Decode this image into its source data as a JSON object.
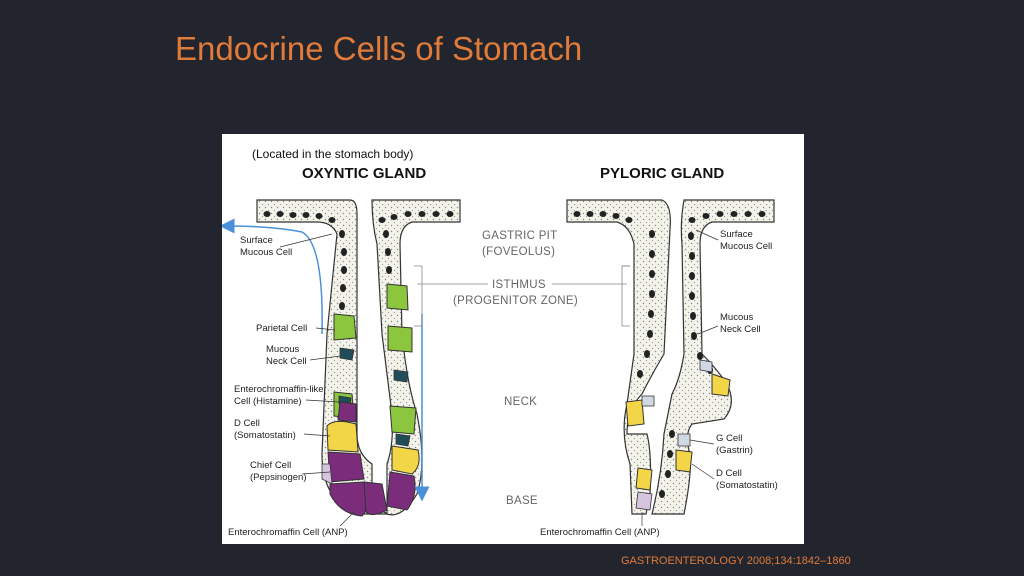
{
  "slide": {
    "title": "Endocrine Cells of Stomach",
    "citation": "GASTROENTEROLOGY 2008;134:1842–1860"
  },
  "figure": {
    "note": "(Located in the stomach body)",
    "oxyntic_title": "OXYNTIC GLAND",
    "pyloric_title": "PYLORIC GLAND",
    "center": {
      "gastric_pit_1": "GASTRIC PIT",
      "gastric_pit_2": "(FOVEOLUS)",
      "isthmus_1": "ISTHMUS",
      "isthmus_2": "(PROGENITOR ZONE)",
      "neck": "NECK",
      "base": "BASE"
    },
    "oxyntic_labels": {
      "surface_1": "Surface",
      "surface_2": "Mucous Cell",
      "parietal": "Parietal Cell",
      "mucous_neck_1": "Mucous",
      "mucous_neck_2": "Neck Cell",
      "ecl_1": "Enterochromaffin-like",
      "ecl_2": "Cell (Histamine)",
      "dcell_1": "D Cell",
      "dcell_2": "(Somatostatin)",
      "chief_1": "Chief Cell",
      "chief_2": "(Pepsinogen)",
      "ec": "Enterochromaffin Cell (ANP)"
    },
    "pyloric_labels": {
      "surface_1": "Surface",
      "surface_2": "Mucous Cell",
      "mucous_neck_1": "Mucous",
      "mucous_neck_2": "Neck Cell",
      "gcell_1": "G Cell",
      "gcell_2": "(Gastrin)",
      "dcell_1": "D Cell",
      "dcell_2": "(Somatostatin)",
      "ec": "Enterochromaffin Cell (ANP)"
    },
    "colors": {
      "parietal": "#8cc63f",
      "chief": "#7b2d7b",
      "dcell": "#f2d648",
      "ecl": "#1f4e5a",
      "surface_cell": "#f3f3ea",
      "arrow": "#4a90d9"
    }
  }
}
